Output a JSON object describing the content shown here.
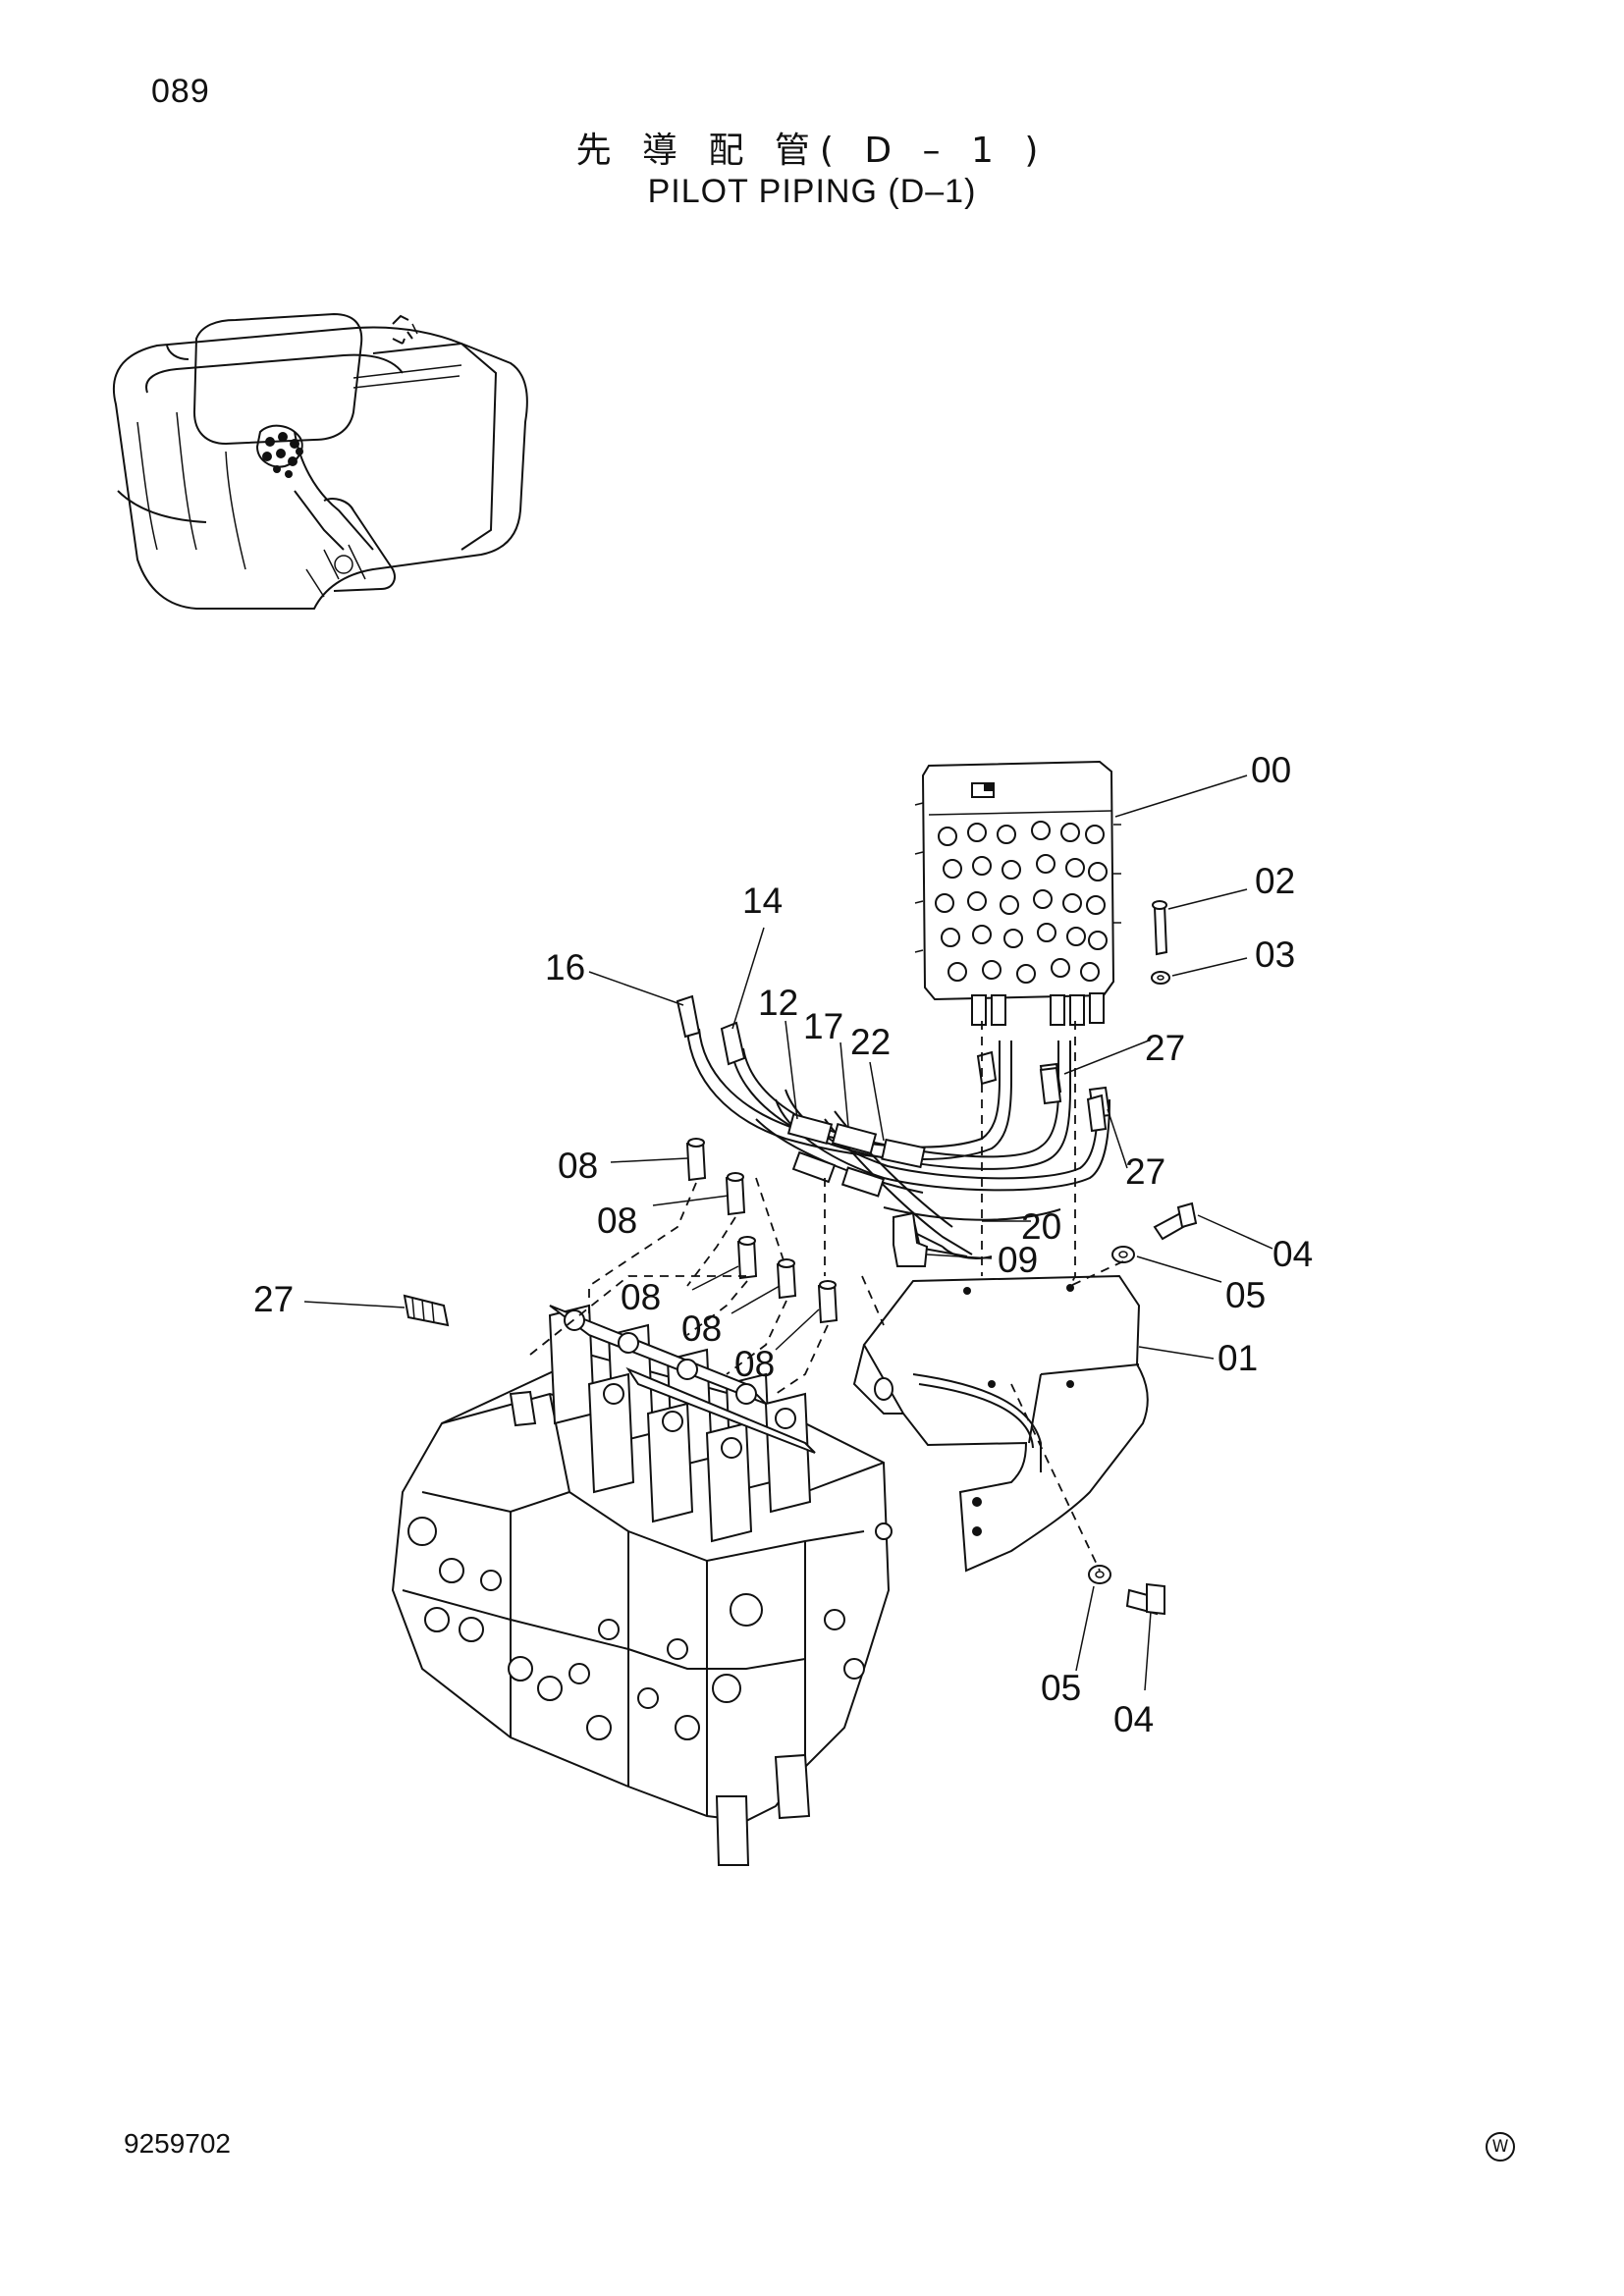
{
  "page_number": "089",
  "title_jp": "先 導 配 管( D – 1 )",
  "title_en": "PILOT PIPING (D–1)",
  "document_id": "9259702",
  "corner_mark": "W",
  "callouts": {
    "c00": "00",
    "c02": "02",
    "c03": "03",
    "c14": "14",
    "c16": "16",
    "c12": "12",
    "c17": "17",
    "c22": "22",
    "c27a": "27",
    "c27b": "27",
    "c27c": "27",
    "c08a": "08",
    "c08b": "08",
    "c08c": "08",
    "c08d": "08",
    "c08e": "08",
    "c20": "20",
    "c09": "09",
    "c04a": "04",
    "c05a": "05",
    "c01": "01",
    "c05b": "05",
    "c04b": "04"
  }
}
